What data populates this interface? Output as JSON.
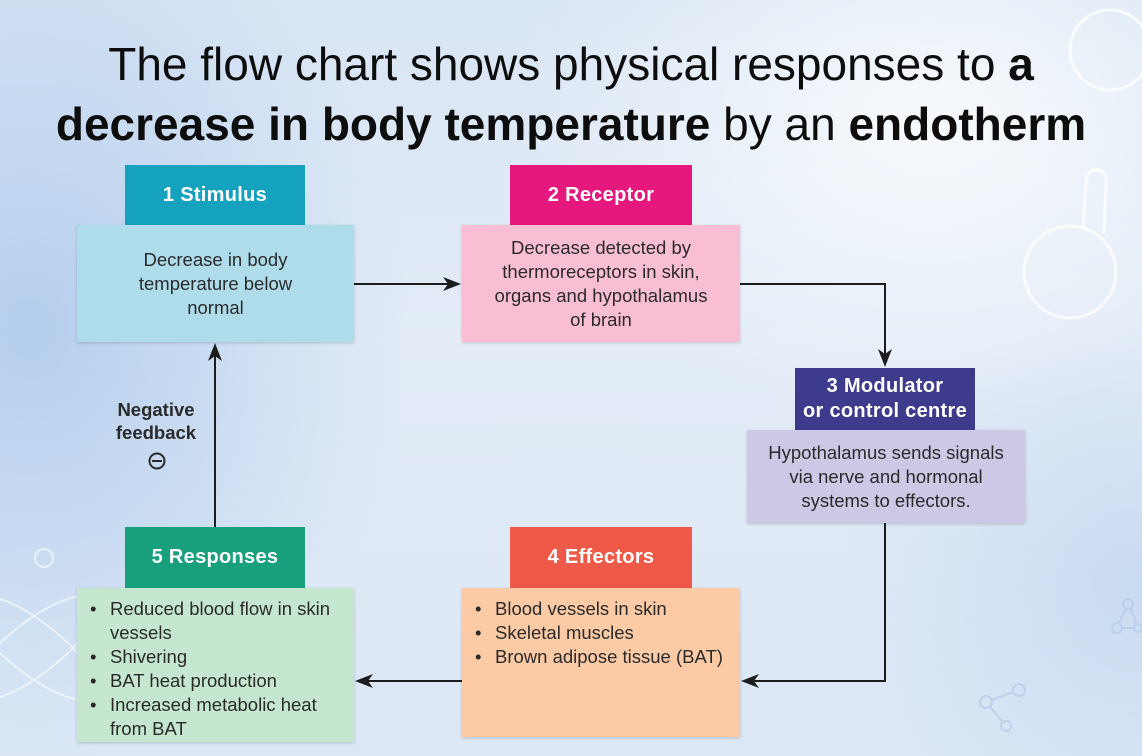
{
  "title": {
    "part1": "The flow chart shows physical responses to ",
    "part2": "a",
    "part3": "decrease in body temperature",
    "part4": " by an ",
    "part5": "endotherm"
  },
  "stimulus": {
    "header": "1 Stimulus",
    "header_color": "#15a2bf",
    "body_color": "#aedcea",
    "lines": [
      "Decrease in body",
      "temperature below",
      "normal"
    ]
  },
  "receptor": {
    "header": "2 Receptor",
    "header_color": "#e6177d",
    "body_color": "#f9bed4",
    "lines": [
      "Decrease detected by",
      "thermoreceptors in skin,",
      "organs and hypothalamus",
      "of brain"
    ]
  },
  "modulator": {
    "header_lines": [
      "3 Modulator",
      "or control centre"
    ],
    "header_color": "#3e3b8c",
    "body_color": "#ccc8e6",
    "lines": [
      "Hypothalamus sends signals",
      "via nerve and hormonal",
      "systems to effectors."
    ]
  },
  "effectors": {
    "header": "4 Effectors",
    "header_color": "#ee5a47",
    "body_color": "#fccba6",
    "items": [
      "Blood vessels in skin",
      "Skeletal muscles",
      "Brown adipose tissue (BAT)"
    ]
  },
  "responses": {
    "header": "5 Responses",
    "header_color": "#18a07c",
    "body_color": "#c5e6cf",
    "items": [
      "Reduced blood flow in skin vessels",
      "Shivering",
      "BAT heat production",
      "Increased metabolic heat from BAT"
    ]
  },
  "feedback": {
    "lines": [
      "Negative",
      "feedback"
    ],
    "icon": "minus-circle-icon"
  },
  "arrow_color": "#1c1c1c"
}
